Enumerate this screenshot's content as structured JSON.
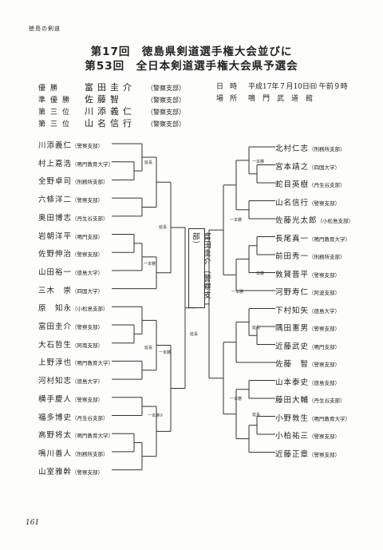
{
  "header": "徳島の剣道",
  "title_line1": "第17回　徳島県剣道選手権大会並びに",
  "title_line2": "第53回　全日本剣道選手権大会県予選会",
  "awards": [
    {
      "title": "優勝",
      "name": "富田圭介",
      "aff": "（警察支部）"
    },
    {
      "title": "準優勝",
      "name": "佐藤智",
      "aff": "（警察支部）"
    },
    {
      "title": "第三位",
      "name": "川添義仁",
      "aff": "（警察支部）"
    },
    {
      "title": "第三位",
      "name": "山名信行",
      "aff": "（警察支部）"
    }
  ],
  "info": {
    "date_label": "日時",
    "date_value": "平成17年７月10日㈰ 午前９時",
    "place_label": "場所",
    "place_value": "鳴　門　武　道　館"
  },
  "left_players": [
    {
      "name": "川添義仁",
      "aff": "（警察支部）"
    },
    {
      "name": "村上嘉浩",
      "aff": "（鳴門教育大学）"
    },
    {
      "name": "全野卓司",
      "aff": "（刑務所支部）"
    },
    {
      "name": "六條洋二",
      "aff": "（警察支部）"
    },
    {
      "name": "奥田博志",
      "aff": "（丹生谷支部）"
    },
    {
      "name": "岩朝洋平",
      "aff": "（鳴門支部）"
    },
    {
      "name": "佐野伸治",
      "aff": "（警察支部）"
    },
    {
      "name": "山田裕一",
      "aff": "（徳島大学）"
    },
    {
      "name": "三木　崇",
      "aff": "（四国大学）"
    },
    {
      "name": "原　知永",
      "aff": "（小松島支部）"
    },
    {
      "name": "富田圭介",
      "aff": "（警察支部）"
    },
    {
      "name": "大石哲生",
      "aff": "（阿南支部）"
    },
    {
      "name": "上野淳也",
      "aff": "（鳴門教育大学）"
    },
    {
      "name": "河村知志",
      "aff": "（徳島大学）"
    },
    {
      "name": "横手慶人",
      "aff": "（警察支部）"
    },
    {
      "name": "福多博史",
      "aff": "（丹生谷支部）"
    },
    {
      "name": "高野将太",
      "aff": "（鳴門教育大学）"
    },
    {
      "name": "鳴川善人",
      "aff": "（刑務所支部）"
    },
    {
      "name": "山室雅幹",
      "aff": "（警察支部）"
    }
  ],
  "right_players": [
    {
      "name": "北村仁志",
      "aff": "（刑務所支部）"
    },
    {
      "name": "宮本靖之",
      "aff": "（四国大学）"
    },
    {
      "name": "蛇目英樹",
      "aff": "（丹生谷支部）"
    },
    {
      "name": "山名信行",
      "aff": "（警察支部）"
    },
    {
      "name": "佐藤光太郎",
      "aff": "（小松島支部）"
    },
    {
      "name": "長尾真一",
      "aff": "（鳴門教育大学）"
    },
    {
      "name": "前田秀一",
      "aff": "（刑務所支部）"
    },
    {
      "name": "敦賀晋平",
      "aff": "（警察支部）"
    },
    {
      "name": "河野寿仁",
      "aff": "（阿波支部）"
    },
    {
      "name": "下村知矢",
      "aff": "（徳島大学）"
    },
    {
      "name": "隅田憲男",
      "aff": "（警察支部）"
    },
    {
      "name": "近藤武史",
      "aff": "（鳴門支部）"
    },
    {
      "name": "佐藤　智",
      "aff": "（警察支部）"
    },
    {
      "name": "山本泰史",
      "aff": "（徳島支部）"
    },
    {
      "name": "藤田大輔",
      "aff": "（丹生谷支部）"
    },
    {
      "name": "小野敦生",
      "aff": "（鳴門教育大学）"
    },
    {
      "name": "小柏祐三",
      "aff": "（警察支部）"
    },
    {
      "name": "近藤正章",
      "aff": "（警察支部）"
    }
  ],
  "champion_box": "富田圭介（警察支部）",
  "marks": {
    "encho": "延長",
    "ippon": "一本勝",
    "ippon2": "一本勝②"
  },
  "page_number": "161"
}
